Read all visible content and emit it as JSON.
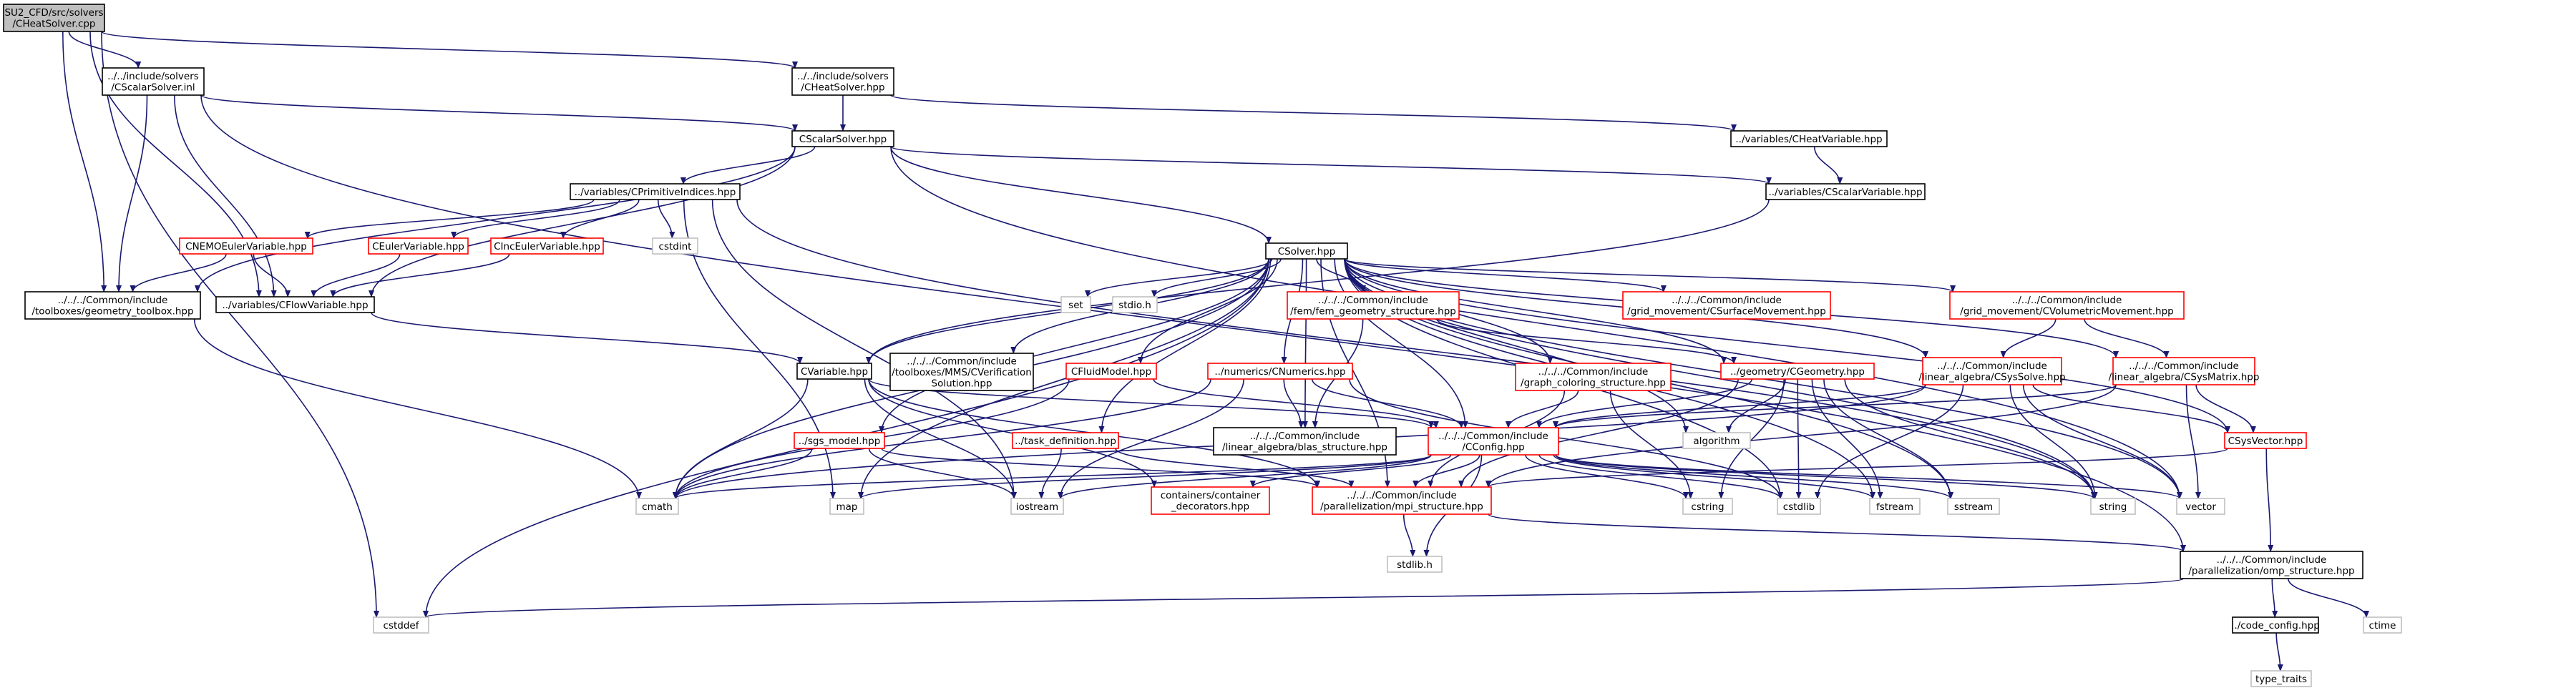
{
  "colors": {
    "root_fill": "#bfbfbf",
    "node_fill": "#ffffff",
    "border_documented": "#000000",
    "border_truncated": "#ff0000",
    "border_system": "#bfbfbf",
    "text": "#000000",
    "edge": "#191970"
  },
  "nodes": [
    {
      "id": "root",
      "lines": [
        "SU2_CFD/src/solvers",
        "/CHeatSolver.cpp"
      ],
      "kind": "root"
    },
    {
      "id": "scalarsolver_inl",
      "lines": [
        "../../include/solvers",
        "/CScalarSolver.inl"
      ],
      "kind": "documented"
    },
    {
      "id": "heatsolver_hpp",
      "lines": [
        "../../include/solvers",
        "/CHeatSolver.hpp"
      ],
      "kind": "documented"
    },
    {
      "id": "scalarsolver_hpp",
      "lines": [
        "CScalarSolver.hpp"
      ],
      "kind": "documented"
    },
    {
      "id": "heatvariable",
      "lines": [
        "../variables/CHeatVariable.hpp"
      ],
      "kind": "documented"
    },
    {
      "id": "primitiveindices",
      "lines": [
        "../variables/CPrimitiveIndices.hpp"
      ],
      "kind": "documented"
    },
    {
      "id": "scalarvariable",
      "lines": [
        "../variables/CScalarVariable.hpp"
      ],
      "kind": "documented"
    },
    {
      "id": "nemoeuler",
      "lines": [
        "CNEMOEulerVariable.hpp"
      ],
      "kind": "truncated"
    },
    {
      "id": "eulervar",
      "lines": [
        "CEulerVariable.hpp"
      ],
      "kind": "truncated"
    },
    {
      "id": "inceuler",
      "lines": [
        "CIncEulerVariable.hpp"
      ],
      "kind": "truncated"
    },
    {
      "id": "cstdint",
      "lines": [
        "cstdint"
      ],
      "kind": "system"
    },
    {
      "id": "geomtoolbox",
      "lines": [
        "../../../Common/include",
        "/toolboxes/geometry_toolbox.hpp"
      ],
      "kind": "documented"
    },
    {
      "id": "flowvariable",
      "lines": [
        "../variables/CFlowVariable.hpp"
      ],
      "kind": "documented"
    },
    {
      "id": "csolver",
      "lines": [
        "CSolver.hpp"
      ],
      "kind": "documented"
    },
    {
      "id": "set",
      "lines": [
        "set"
      ],
      "kind": "system"
    },
    {
      "id": "stdio",
      "lines": [
        "stdio.h"
      ],
      "kind": "system"
    },
    {
      "id": "femgeom",
      "lines": [
        "../../../Common/include",
        "/fem/fem_geometry_structure.hpp"
      ],
      "kind": "truncated"
    },
    {
      "id": "surfmove",
      "lines": [
        "../../../Common/include",
        "/grid_movement/CSurfaceMovement.hpp"
      ],
      "kind": "truncated"
    },
    {
      "id": "volmove",
      "lines": [
        "../../../Common/include",
        "/grid_movement/CVolumetricMovement.hpp"
      ],
      "kind": "truncated"
    },
    {
      "id": "cvariable",
      "lines": [
        "CVariable.hpp"
      ],
      "kind": "documented"
    },
    {
      "id": "mmsverif",
      "lines": [
        "../../../Common/include",
        "/toolboxes/MMS/CVerification",
        "Solution.hpp"
      ],
      "kind": "documented"
    },
    {
      "id": "fluidmodel",
      "lines": [
        "CFluidModel.hpp"
      ],
      "kind": "truncated"
    },
    {
      "id": "cnumerics",
      "lines": [
        "../numerics/CNumerics.hpp"
      ],
      "kind": "truncated"
    },
    {
      "id": "graphcolor",
      "lines": [
        "../../../Common/include",
        "/graph_coloring_structure.hpp"
      ],
      "kind": "truncated"
    },
    {
      "id": "cgeometry",
      "lines": [
        "../geometry/CGeometry.hpp"
      ],
      "kind": "truncated"
    },
    {
      "id": "syssolve",
      "lines": [
        "../../../Common/include",
        "/linear_algebra/CSysSolve.hpp"
      ],
      "kind": "truncated"
    },
    {
      "id": "sysmatrix",
      "lines": [
        "../../../Common/include",
        "/linear_algebra/CSysMatrix.hpp"
      ],
      "kind": "truncated"
    },
    {
      "id": "sgsmodel",
      "lines": [
        "../sgs_model.hpp"
      ],
      "kind": "truncated"
    },
    {
      "id": "taskdef",
      "lines": [
        "../task_definition.hpp"
      ],
      "kind": "truncated"
    },
    {
      "id": "blas",
      "lines": [
        "../../../Common/include",
        "/linear_algebra/blas_structure.hpp"
      ],
      "kind": "documented"
    },
    {
      "id": "cconfig",
      "lines": [
        "../../../Common/include",
        "/CConfig.hpp"
      ],
      "kind": "truncated"
    },
    {
      "id": "algorithm",
      "lines": [
        "algorithm"
      ],
      "kind": "system"
    },
    {
      "id": "csysvector",
      "lines": [
        "CSysVector.hpp"
      ],
      "kind": "truncated"
    },
    {
      "id": "cmath",
      "lines": [
        "cmath"
      ],
      "kind": "system"
    },
    {
      "id": "map",
      "lines": [
        "map"
      ],
      "kind": "system"
    },
    {
      "id": "iostream",
      "lines": [
        "iostream"
      ],
      "kind": "system"
    },
    {
      "id": "containers",
      "lines": [
        "containers/container",
        "_decorators.hpp"
      ],
      "kind": "truncated"
    },
    {
      "id": "mpistruct",
      "lines": [
        "../../../Common/include",
        "/parallelization/mpi_structure.hpp"
      ],
      "kind": "truncated"
    },
    {
      "id": "cstring",
      "lines": [
        "cstring"
      ],
      "kind": "system"
    },
    {
      "id": "cstdlib",
      "lines": [
        "cstdlib"
      ],
      "kind": "system"
    },
    {
      "id": "fstream",
      "lines": [
        "fstream"
      ],
      "kind": "system"
    },
    {
      "id": "sstream",
      "lines": [
        "sstream"
      ],
      "kind": "system"
    },
    {
      "id": "string",
      "lines": [
        "string"
      ],
      "kind": "system"
    },
    {
      "id": "vector",
      "lines": [
        "vector"
      ],
      "kind": "system"
    },
    {
      "id": "stdlib",
      "lines": [
        "stdlib.h"
      ],
      "kind": "system"
    },
    {
      "id": "ompstruct",
      "lines": [
        "../../../Common/include",
        "/parallelization/omp_structure.hpp"
      ],
      "kind": "documented"
    },
    {
      "id": "cstddef",
      "lines": [
        "cstddef"
      ],
      "kind": "system"
    },
    {
      "id": "codeconfig",
      "lines": [
        "../code_config.hpp"
      ],
      "kind": "documented"
    },
    {
      "id": "ctime",
      "lines": [
        "ctime"
      ],
      "kind": "system"
    },
    {
      "id": "typetraits",
      "lines": [
        "type_traits"
      ],
      "kind": "system"
    }
  ],
  "edges": [
    [
      "root",
      "scalarsolver_inl"
    ],
    [
      "root",
      "heatsolver_hpp"
    ],
    [
      "root",
      "geomtoolbox"
    ],
    [
      "root",
      "flowvariable"
    ],
    [
      "root",
      "cstddef"
    ],
    [
      "scalarsolver_inl",
      "scalarsolver_hpp"
    ],
    [
      "scalarsolver_inl",
      "geomtoolbox"
    ],
    [
      "scalarsolver_inl",
      "flowvariable"
    ],
    [
      "scalarsolver_inl",
      "ompstruct"
    ],
    [
      "heatsolver_hpp",
      "scalarsolver_hpp"
    ],
    [
      "heatsolver_hpp",
      "heatvariable"
    ],
    [
      "heatvariable",
      "scalarvariable"
    ],
    [
      "scalarsolver_hpp",
      "primitiveindices"
    ],
    [
      "scalarsolver_hpp",
      "scalarvariable"
    ],
    [
      "scalarsolver_hpp",
      "csolver"
    ],
    [
      "scalarsolver_hpp",
      "geomtoolbox"
    ],
    [
      "scalarsolver_hpp",
      "flowvariable"
    ],
    [
      "scalarsolver_hpp",
      "vector"
    ],
    [
      "scalarvariable",
      "cvariable"
    ],
    [
      "primitiveindices",
      "nemoeuler"
    ],
    [
      "primitiveindices",
      "eulervar"
    ],
    [
      "primitiveindices",
      "inceuler"
    ],
    [
      "primitiveindices",
      "cstdint"
    ],
    [
      "primitiveindices",
      "map"
    ],
    [
      "primitiveindices",
      "iostream"
    ],
    [
      "primitiveindices",
      "string"
    ],
    [
      "nemoeuler",
      "geomtoolbox"
    ],
    [
      "nemoeuler",
      "flowvariable"
    ],
    [
      "eulervar",
      "flowvariable"
    ],
    [
      "inceuler",
      "flowvariable"
    ],
    [
      "geomtoolbox",
      "cmath"
    ],
    [
      "flowvariable",
      "cvariable"
    ],
    [
      "csolver",
      "set"
    ],
    [
      "csolver",
      "stdio"
    ],
    [
      "csolver",
      "femgeom"
    ],
    [
      "csolver",
      "surfmove"
    ],
    [
      "csolver",
      "volmove"
    ],
    [
      "csolver",
      "cvariable"
    ],
    [
      "csolver",
      "mmsverif"
    ],
    [
      "csolver",
      "fluidmodel"
    ],
    [
      "csolver",
      "cnumerics"
    ],
    [
      "csolver",
      "graphcolor"
    ],
    [
      "csolver",
      "cgeometry"
    ],
    [
      "csolver",
      "syssolve"
    ],
    [
      "csolver",
      "sysmatrix"
    ],
    [
      "csolver",
      "sgsmodel"
    ],
    [
      "csolver",
      "taskdef"
    ],
    [
      "csolver",
      "blas"
    ],
    [
      "csolver",
      "cconfig"
    ],
    [
      "csolver",
      "algorithm"
    ],
    [
      "csolver",
      "csysvector"
    ],
    [
      "csolver",
      "cmath"
    ],
    [
      "csolver",
      "map"
    ],
    [
      "csolver",
      "cstddef"
    ],
    [
      "csolver",
      "mpistruct"
    ],
    [
      "csolver",
      "cstdlib"
    ],
    [
      "csolver",
      "fstream"
    ],
    [
      "csolver",
      "string"
    ],
    [
      "csolver",
      "vector"
    ],
    [
      "csolver",
      "sstream"
    ],
    [
      "femgeom",
      "cgeometry"
    ],
    [
      "femgeom",
      "blas"
    ],
    [
      "volmove",
      "syssolve"
    ],
    [
      "volmove",
      "sysmatrix"
    ],
    [
      "cvariable",
      "cconfig"
    ],
    [
      "cvariable",
      "cmath"
    ],
    [
      "cvariable",
      "iostream"
    ],
    [
      "cvariable",
      "containers"
    ],
    [
      "cvariable",
      "mpistruct"
    ],
    [
      "fluidmodel",
      "cconfig"
    ],
    [
      "fluidmodel",
      "cmath"
    ],
    [
      "cnumerics",
      "cconfig"
    ],
    [
      "cnumerics",
      "blas"
    ],
    [
      "cnumerics",
      "cmath"
    ],
    [
      "cnumerics",
      "iostream"
    ],
    [
      "cnumerics",
      "cstdlib"
    ],
    [
      "graphcolor",
      "cconfig"
    ],
    [
      "graphcolor",
      "mpistruct"
    ],
    [
      "graphcolor",
      "cstring"
    ],
    [
      "cgeometry",
      "cconfig"
    ],
    [
      "cgeometry",
      "algorithm"
    ],
    [
      "cgeometry",
      "cstring"
    ],
    [
      "cgeometry",
      "cstdlib"
    ],
    [
      "cgeometry",
      "fstream"
    ],
    [
      "cgeometry",
      "mpistruct"
    ],
    [
      "cgeometry",
      "string"
    ],
    [
      "cgeometry",
      "sstream"
    ],
    [
      "syssolve",
      "cconfig"
    ],
    [
      "syssolve",
      "csysvector"
    ],
    [
      "syssolve",
      "cmath"
    ],
    [
      "syssolve",
      "cstdlib"
    ],
    [
      "syssolve",
      "vector"
    ],
    [
      "syssolve",
      "string"
    ],
    [
      "sysmatrix",
      "cconfig"
    ],
    [
      "sysmatrix",
      "csysvector"
    ],
    [
      "sysmatrix",
      "mpistruct"
    ],
    [
      "sysmatrix",
      "vector"
    ],
    [
      "sgsmodel",
      "cmath"
    ],
    [
      "sgsmodel",
      "iostream"
    ],
    [
      "sgsmodel",
      "mpistruct"
    ],
    [
      "taskdef",
      "iostream"
    ],
    [
      "taskdef",
      "mpistruct"
    ],
    [
      "cconfig",
      "mpistruct"
    ],
    [
      "cconfig",
      "cmath"
    ],
    [
      "cconfig",
      "map"
    ],
    [
      "cconfig",
      "iostream"
    ],
    [
      "cconfig",
      "containers"
    ],
    [
      "cconfig",
      "cstring"
    ],
    [
      "cconfig",
      "cstdlib"
    ],
    [
      "cconfig",
      "fstream"
    ],
    [
      "cconfig",
      "sstream"
    ],
    [
      "cconfig",
      "string"
    ],
    [
      "cconfig",
      "vector"
    ],
    [
      "cconfig",
      "stdlib"
    ],
    [
      "csysvector",
      "mpistruct"
    ],
    [
      "csysvector",
      "ompstruct"
    ],
    [
      "mpistruct",
      "stdlib"
    ],
    [
      "mpistruct",
      "ompstruct"
    ],
    [
      "ompstruct",
      "cstddef"
    ],
    [
      "ompstruct",
      "codeconfig"
    ],
    [
      "ompstruct",
      "ctime"
    ],
    [
      "codeconfig",
      "typetraits"
    ]
  ]
}
